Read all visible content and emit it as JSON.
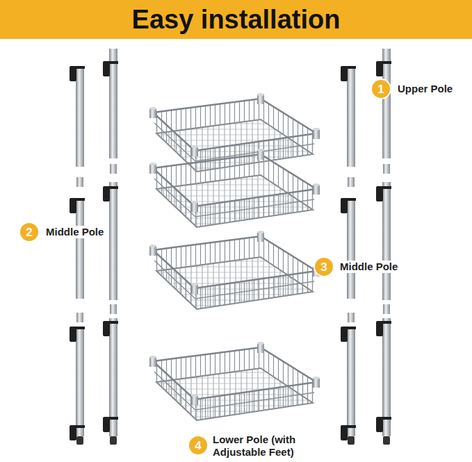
{
  "diagram": {
    "title": "Easy installation",
    "nodes": [
      {
        "text": [
          "1"
        ]
      },
      {
        "text": [
          "2"
        ]
      },
      {
        "text": [
          "3"
        ]
      },
      {
        "text": [
          "4"
        ]
      }
    ],
    "labels": [
      "Upper Pole",
      "Middle Pole",
      "Middle Pole",
      "Lower Pole (with Adjustable Feet)"
    ]
  }
}
